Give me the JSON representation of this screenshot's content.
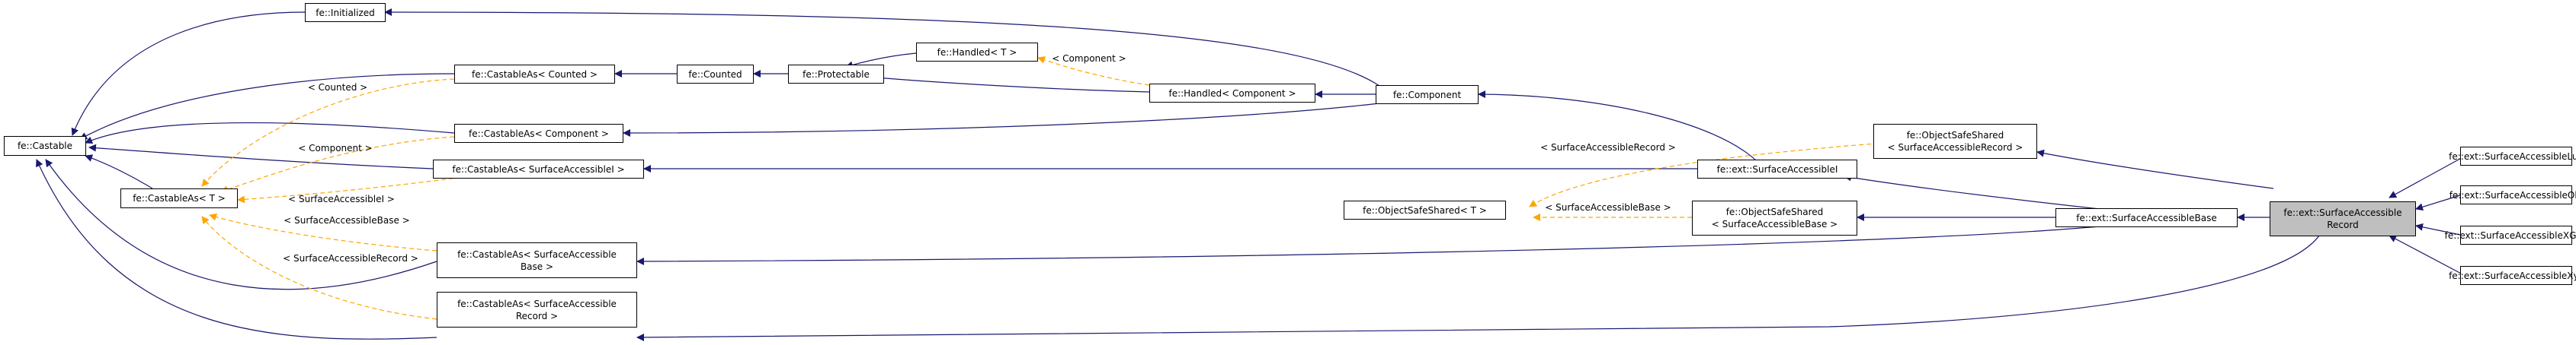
{
  "colors": {
    "inherit": "#191970",
    "template": "#ffa500",
    "node_border": "#000000",
    "focus_fill": "#bfbfbf"
  },
  "nodes": {
    "castable": "fe::Castable",
    "initialized": "fe::Initialized",
    "castableas_counted": "fe::CastableAs< Counted >",
    "counted": "fe::Counted",
    "protectable": "fe::Protectable",
    "handled_t": "fe::Handled< T >",
    "castableas_component": "fe::CastableAs< Component >",
    "handled_component": "fe::Handled< Component >",
    "component": "fe::Component",
    "castableas_t": "fe::CastableAs< T >",
    "castableas_sai": "fe::CastableAs< SurfaceAccessibleI >",
    "ext_sai": "fe::ext::SurfaceAccessibleI",
    "objectsafeshared_record": "fe::ObjectSafeShared\n< SurfaceAccessibleRecord >",
    "objectsafeshared_t": "fe::ObjectSafeShared< T >",
    "objectsafeshared_base": "fe::ObjectSafeShared\n< SurfaceAccessibleBase >",
    "castableas_base": "fe::CastableAs< SurfaceAccessible\nBase >",
    "castableas_record": "fe::CastableAs< SurfaceAccessible\nRecord >",
    "ext_sab": "fe::ext::SurfaceAccessibleBase",
    "ext_sar": "fe::ext::SurfaceAccessible\nRecord",
    "ext_lua": "fe::ext::SurfaceAccessibleLua",
    "ext_obj": "fe::ext::SurfaceAccessibleObj",
    "ext_xgen": "fe::ext::SurfaceAccessibleXGen",
    "ext_xyz": "fe::ext::SurfaceAccessibleXyz"
  },
  "edge_labels": {
    "counted": "< Counted >",
    "component_handled": "< Component >",
    "component_castable": "< Component >",
    "sai": "< SurfaceAccessibleI >",
    "base_castable": "< SurfaceAccessibleBase >",
    "record_castable": "< SurfaceAccessibleRecord >",
    "record_oss": "< SurfaceAccessibleRecord >",
    "base_oss": "< SurfaceAccessibleBase >"
  }
}
